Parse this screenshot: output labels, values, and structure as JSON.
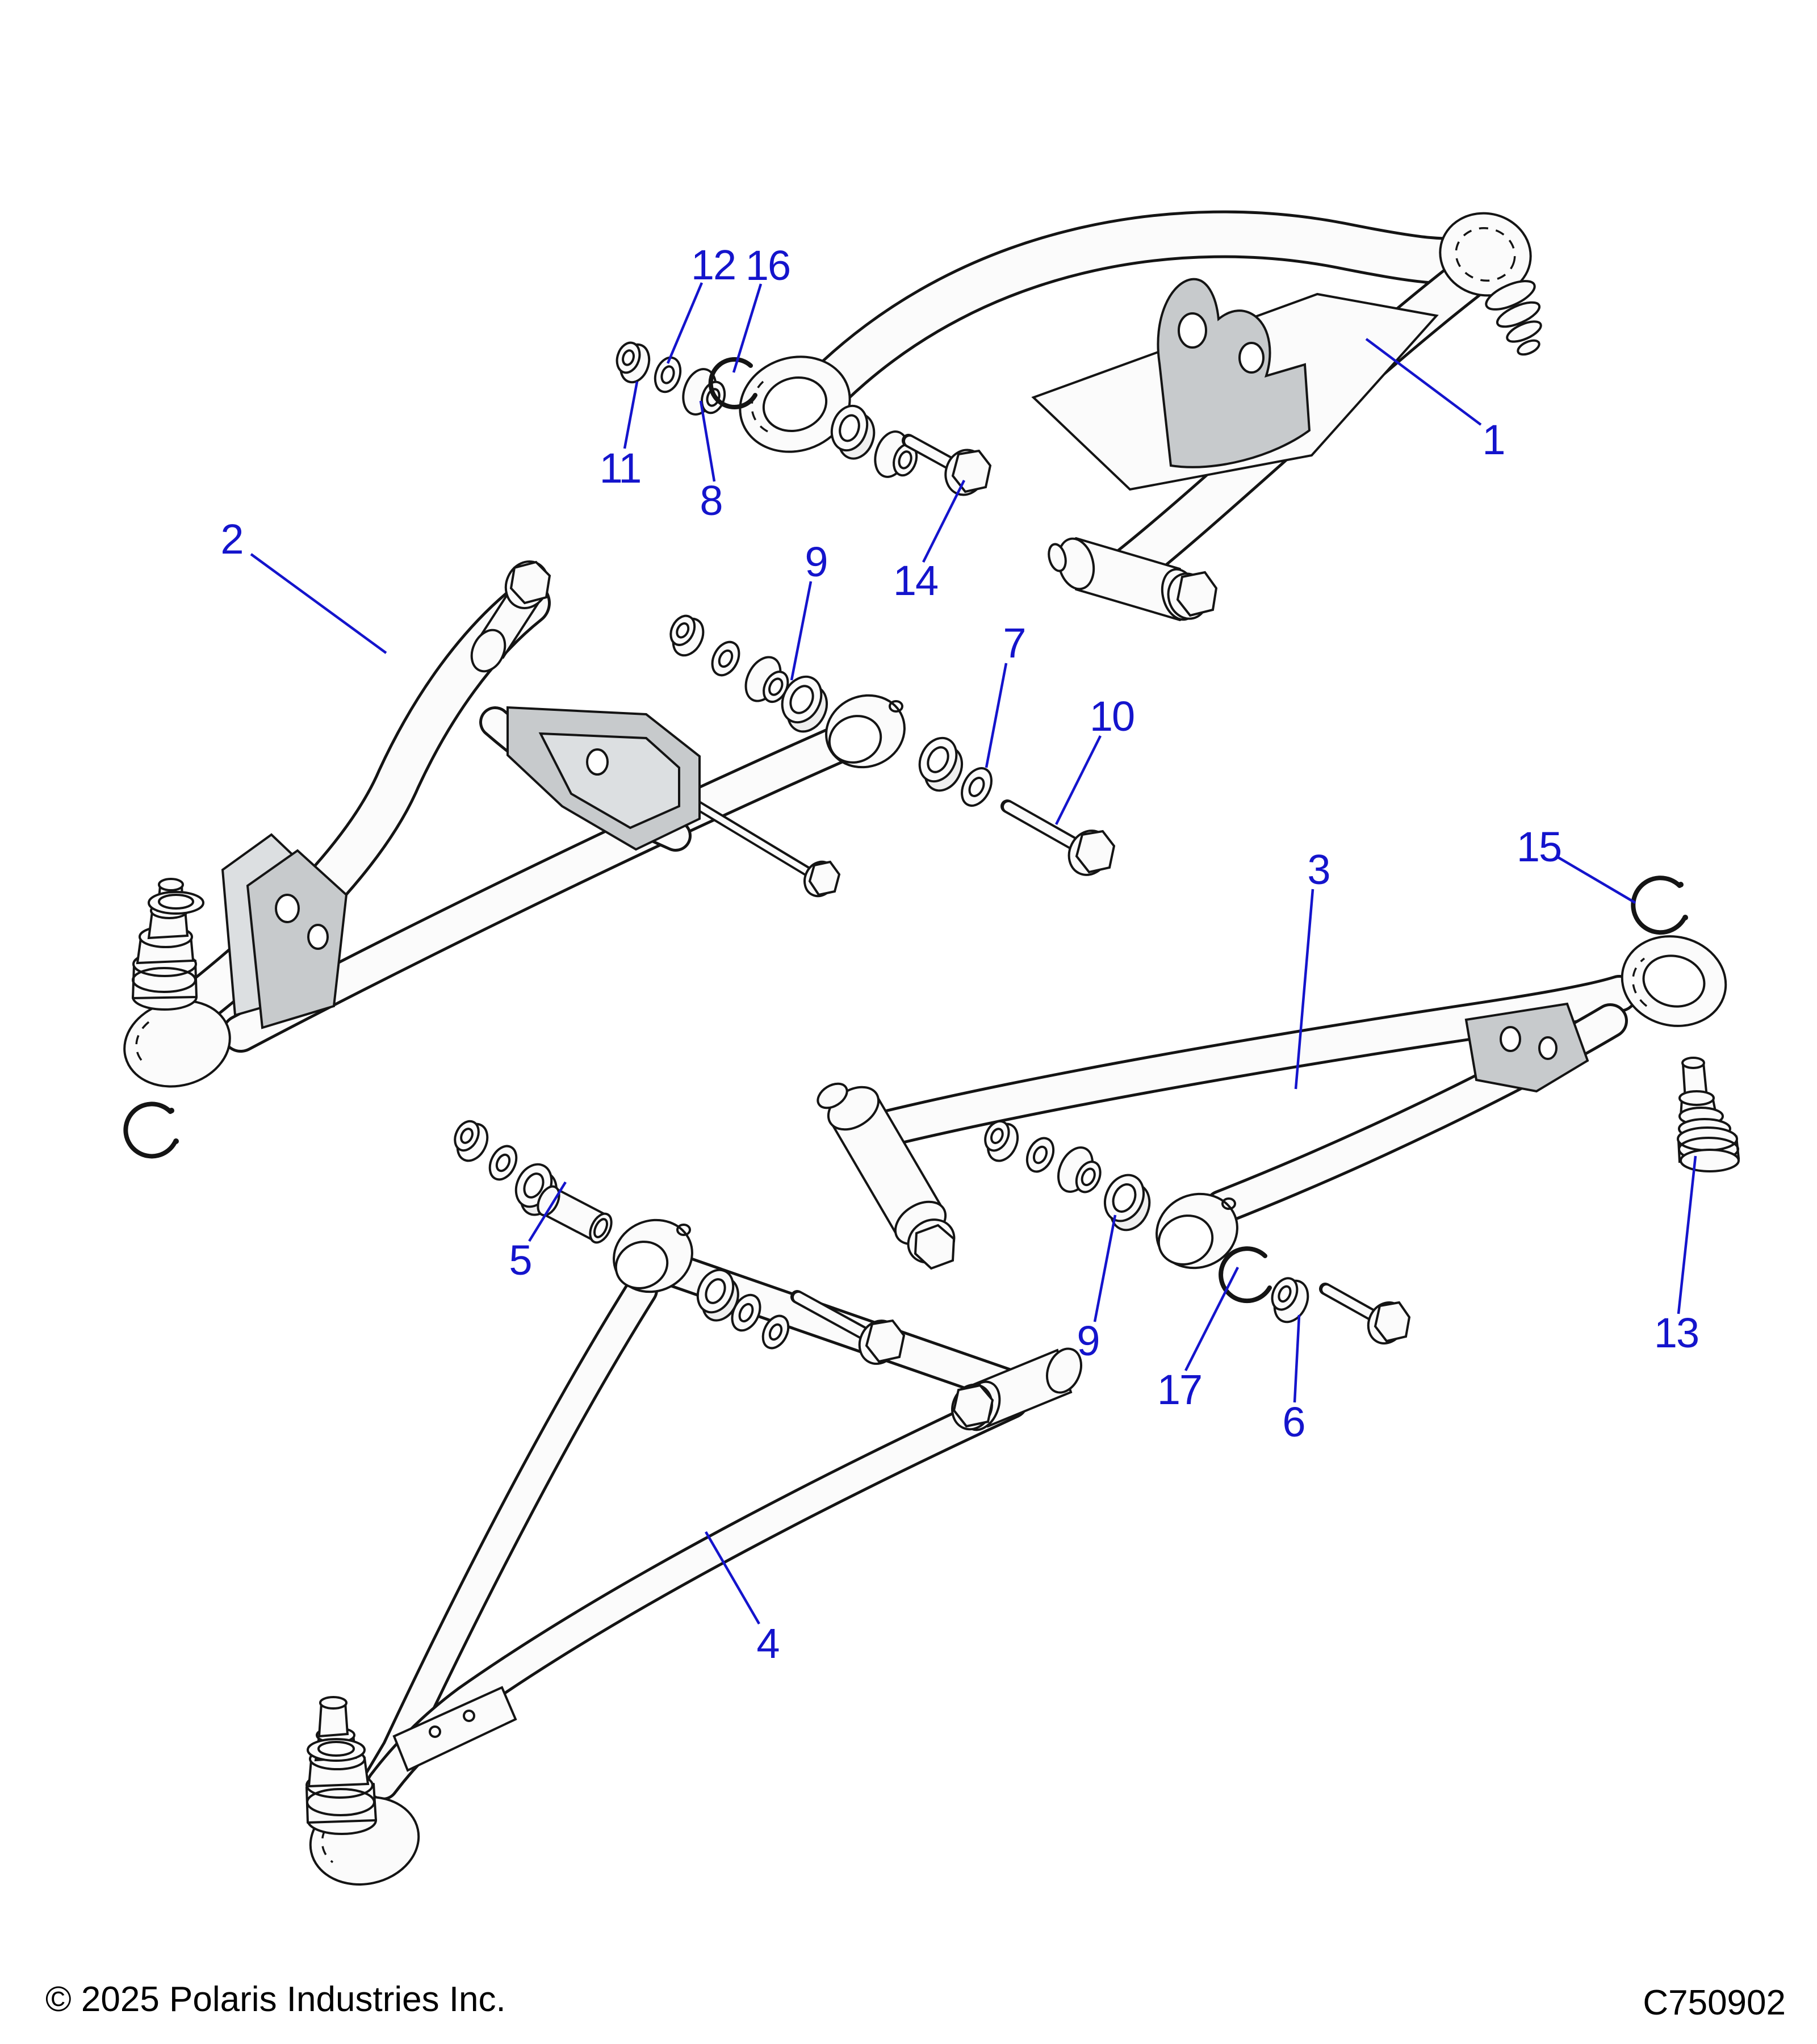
{
  "diagram": {
    "type": "exploded-parts-diagram",
    "footer": {
      "copyright": "© 2025 Polaris Industries Inc.",
      "diagram_code": "C750902"
    },
    "callouts": [
      "1",
      "2",
      "3",
      "4",
      "5",
      "6",
      "7",
      "8",
      "9",
      "10",
      "11",
      "12",
      "13",
      "14",
      "15",
      "16",
      "17"
    ],
    "colors": {
      "callout_blue": "#1414cc",
      "line_black": "#141414",
      "bracket_gray": "#c7cacc",
      "part_fill": "#fbfbfb",
      "background": "#ffffff"
    }
  }
}
